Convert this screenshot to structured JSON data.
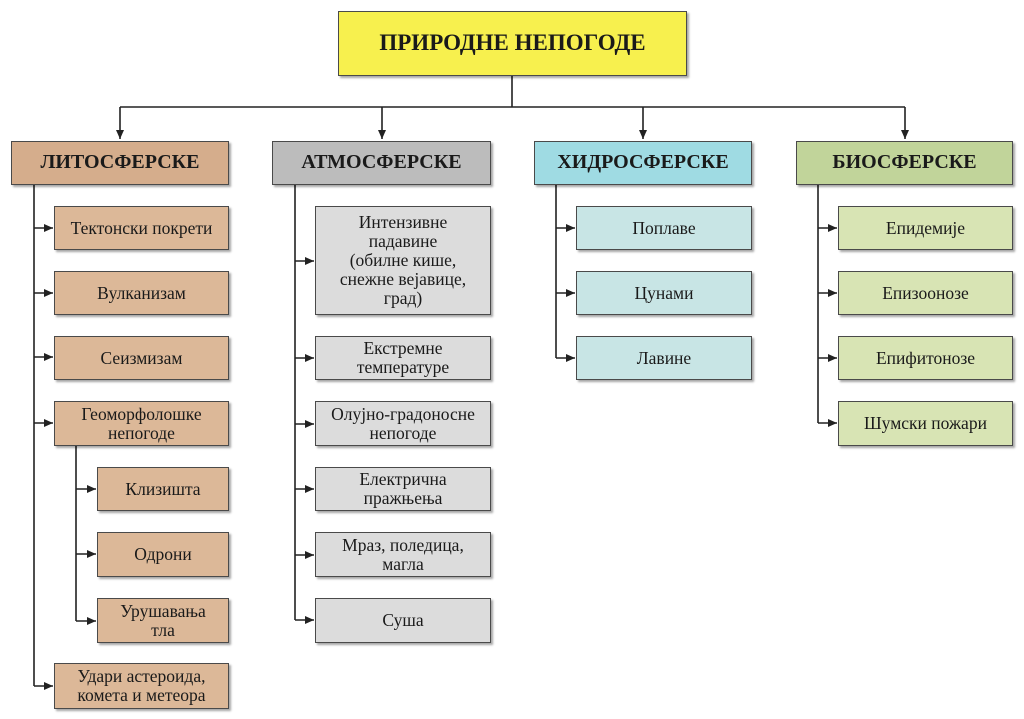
{
  "title": "ПРИРОДНЕ НЕПОГОДЕ",
  "colors": {
    "title_bg": "#f7f04e",
    "lithosphere": "#dcb898",
    "atmosphere": "#dcdcdc",
    "hydrosphere": "#c8e5e5",
    "biosphere": "#d8e4b4"
  },
  "categories": [
    {
      "label": "ЛИТОСФЕРСКЕ",
      "items": [
        "Тектонски покрети",
        "Вулканизам",
        "Сеизмизам",
        "Геоморфолошке\nнепогоде",
        "Удари астероида,\nкомета и метеора"
      ],
      "subitems": [
        "Клизишта",
        "Одрони",
        "Урушавања\nтла"
      ]
    },
    {
      "label": "АТМОСФЕРСКЕ",
      "items": [
        "Интензивне\nпадавине\n(обилне кише,\nснежне вејавице,\nград)",
        "Екстремне\nтемпературе",
        "Олујно-градоносне\nнепогоде",
        "Електрична\nпражњења",
        "Мраз, поледица,\nмагла",
        "Суша"
      ]
    },
    {
      "label": "ХИДРОСФЕРСКЕ",
      "items": [
        "Поплаве",
        "Цунами",
        "Лавине"
      ]
    },
    {
      "label": "БИОСФЕРСКЕ",
      "items": [
        "Епидемије",
        "Епизоонозе",
        "Епифитонозе",
        "Шумски пожари"
      ]
    }
  ]
}
